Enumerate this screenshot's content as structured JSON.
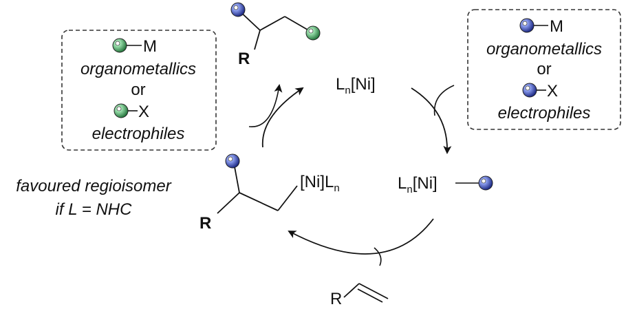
{
  "colors": {
    "green_ball": "#3a9a54",
    "blue_ball": "#2a3cb0",
    "line": "#111111",
    "box_dash": "#333333"
  },
  "left_box": {
    "metal_label": "M",
    "organometallics": "organometallics",
    "or": "or",
    "halide_label": "X",
    "electrophiles": "electrophiles"
  },
  "right_box": {
    "metal_label": "M",
    "organometallics": "organometallics",
    "or": "or",
    "halide_label": "X",
    "electrophiles": "electrophiles"
  },
  "product": {
    "r_label": "R"
  },
  "catalyst_top": {
    "prefix": "L",
    "sub": "n",
    "bracket": "[Ni]"
  },
  "catalyst_right": {
    "prefix": "L",
    "sub": "n",
    "bracket": "[Ni]"
  },
  "intermediate": {
    "r_label": "R",
    "ni_label": "[Ni]L",
    "sub": "n"
  },
  "alkene": {
    "r_label": "R"
  },
  "note": {
    "line1": "favoured regioisomer",
    "line2": "if L = NHC"
  }
}
